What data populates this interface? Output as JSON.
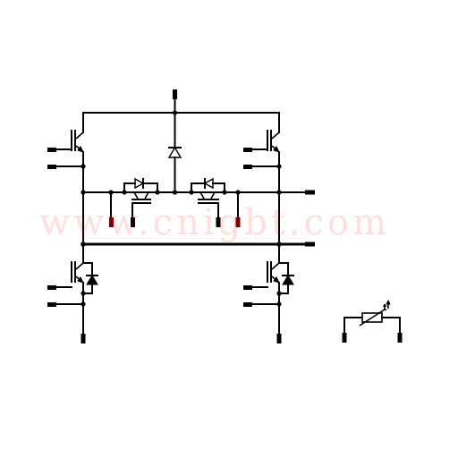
{
  "watermark": {
    "text": "www.cnigbt.com",
    "color": "#ff2020"
  },
  "components": {
    "igbt_count": 6,
    "diode_count": 5,
    "thermistor": {
      "symbol": "ntc-thermistor",
      "mark": "t"
    }
  },
  "colors": {
    "wire": "#000000",
    "red_pin": "#7a0000"
  }
}
